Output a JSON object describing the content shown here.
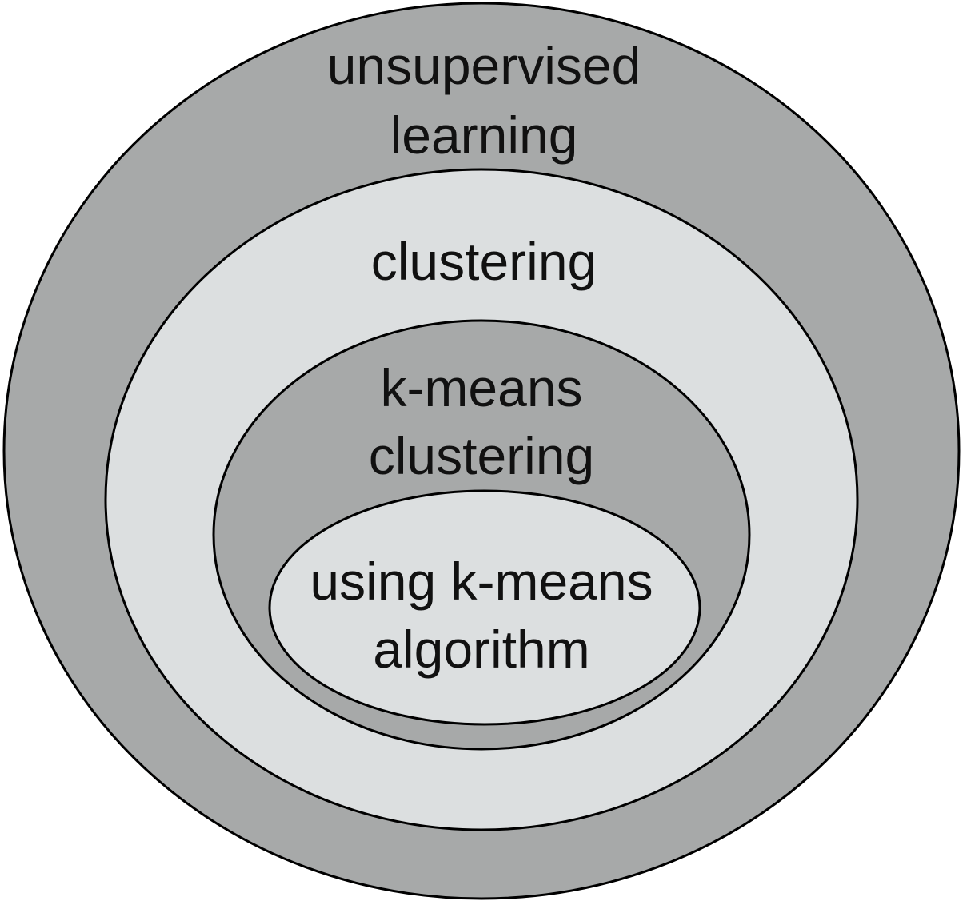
{
  "diagram": {
    "type": "nested-sets",
    "levels": [
      {
        "id": "unsupervised",
        "lines": [
          "unsupervised",
          "learning"
        ],
        "fill": "#a7a9a9"
      },
      {
        "id": "clustering",
        "lines": [
          "clustering"
        ],
        "fill": "#dcdfe0"
      },
      {
        "id": "kmeans",
        "lines": [
          "k-means",
          "clustering"
        ],
        "fill": "#a7a9a9"
      },
      {
        "id": "algorithm",
        "lines": [
          "using k-means",
          "algorithm"
        ],
        "fill": "#dcdfe0"
      }
    ]
  },
  "colors": {
    "dark_gray": "#a7a9a9",
    "light_gray": "#dcdfe0",
    "outline": "#000000",
    "text": "#111111"
  }
}
